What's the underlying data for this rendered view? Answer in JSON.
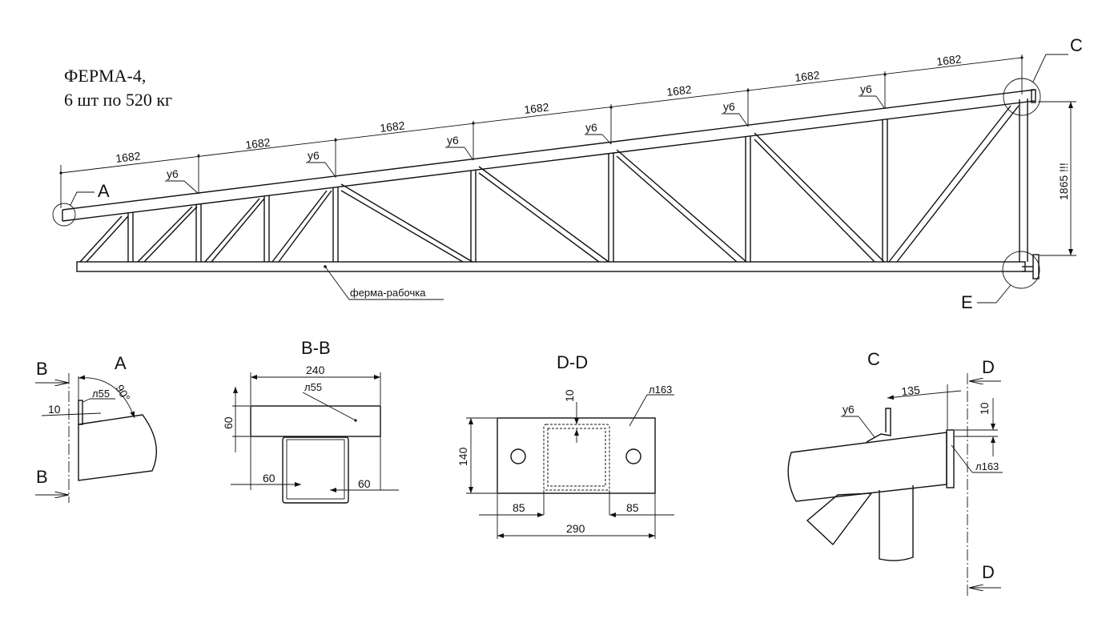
{
  "title": {
    "line1": "ФЕРМА-4,",
    "line2": "6 шт по 520 кг"
  },
  "truss": {
    "panel_dims": [
      "1682",
      "1682",
      "1682",
      "1682",
      "1682",
      "1682",
      "1682"
    ],
    "weld_labels": [
      "у6",
      "у6",
      "у6",
      "у6",
      "у6",
      "у6"
    ],
    "height_dim": "1865 !!!",
    "bottom_chord_label": "ферма-рабочка",
    "callouts": {
      "a": "A",
      "c": "C",
      "e": "E"
    }
  },
  "detail_a": {
    "title": "A",
    "section_top": "B",
    "section_bottom": "B",
    "plate": "л55",
    "thickness": "10",
    "angle": "90°"
  },
  "section_bb": {
    "title": "B-B",
    "width": "240",
    "height": "60",
    "plate": "л55",
    "left_offset": "60",
    "right_offset": "60"
  },
  "section_dd": {
    "title": "D-D",
    "thickness": "10",
    "plate": "л163",
    "height": "140",
    "left_dist": "85",
    "right_dist": "85",
    "width": "290"
  },
  "detail_c": {
    "title": "C",
    "weld": "у6",
    "length": "135",
    "thickness": "10",
    "plate": "л163",
    "section_top": "D",
    "section_bottom": "D"
  }
}
